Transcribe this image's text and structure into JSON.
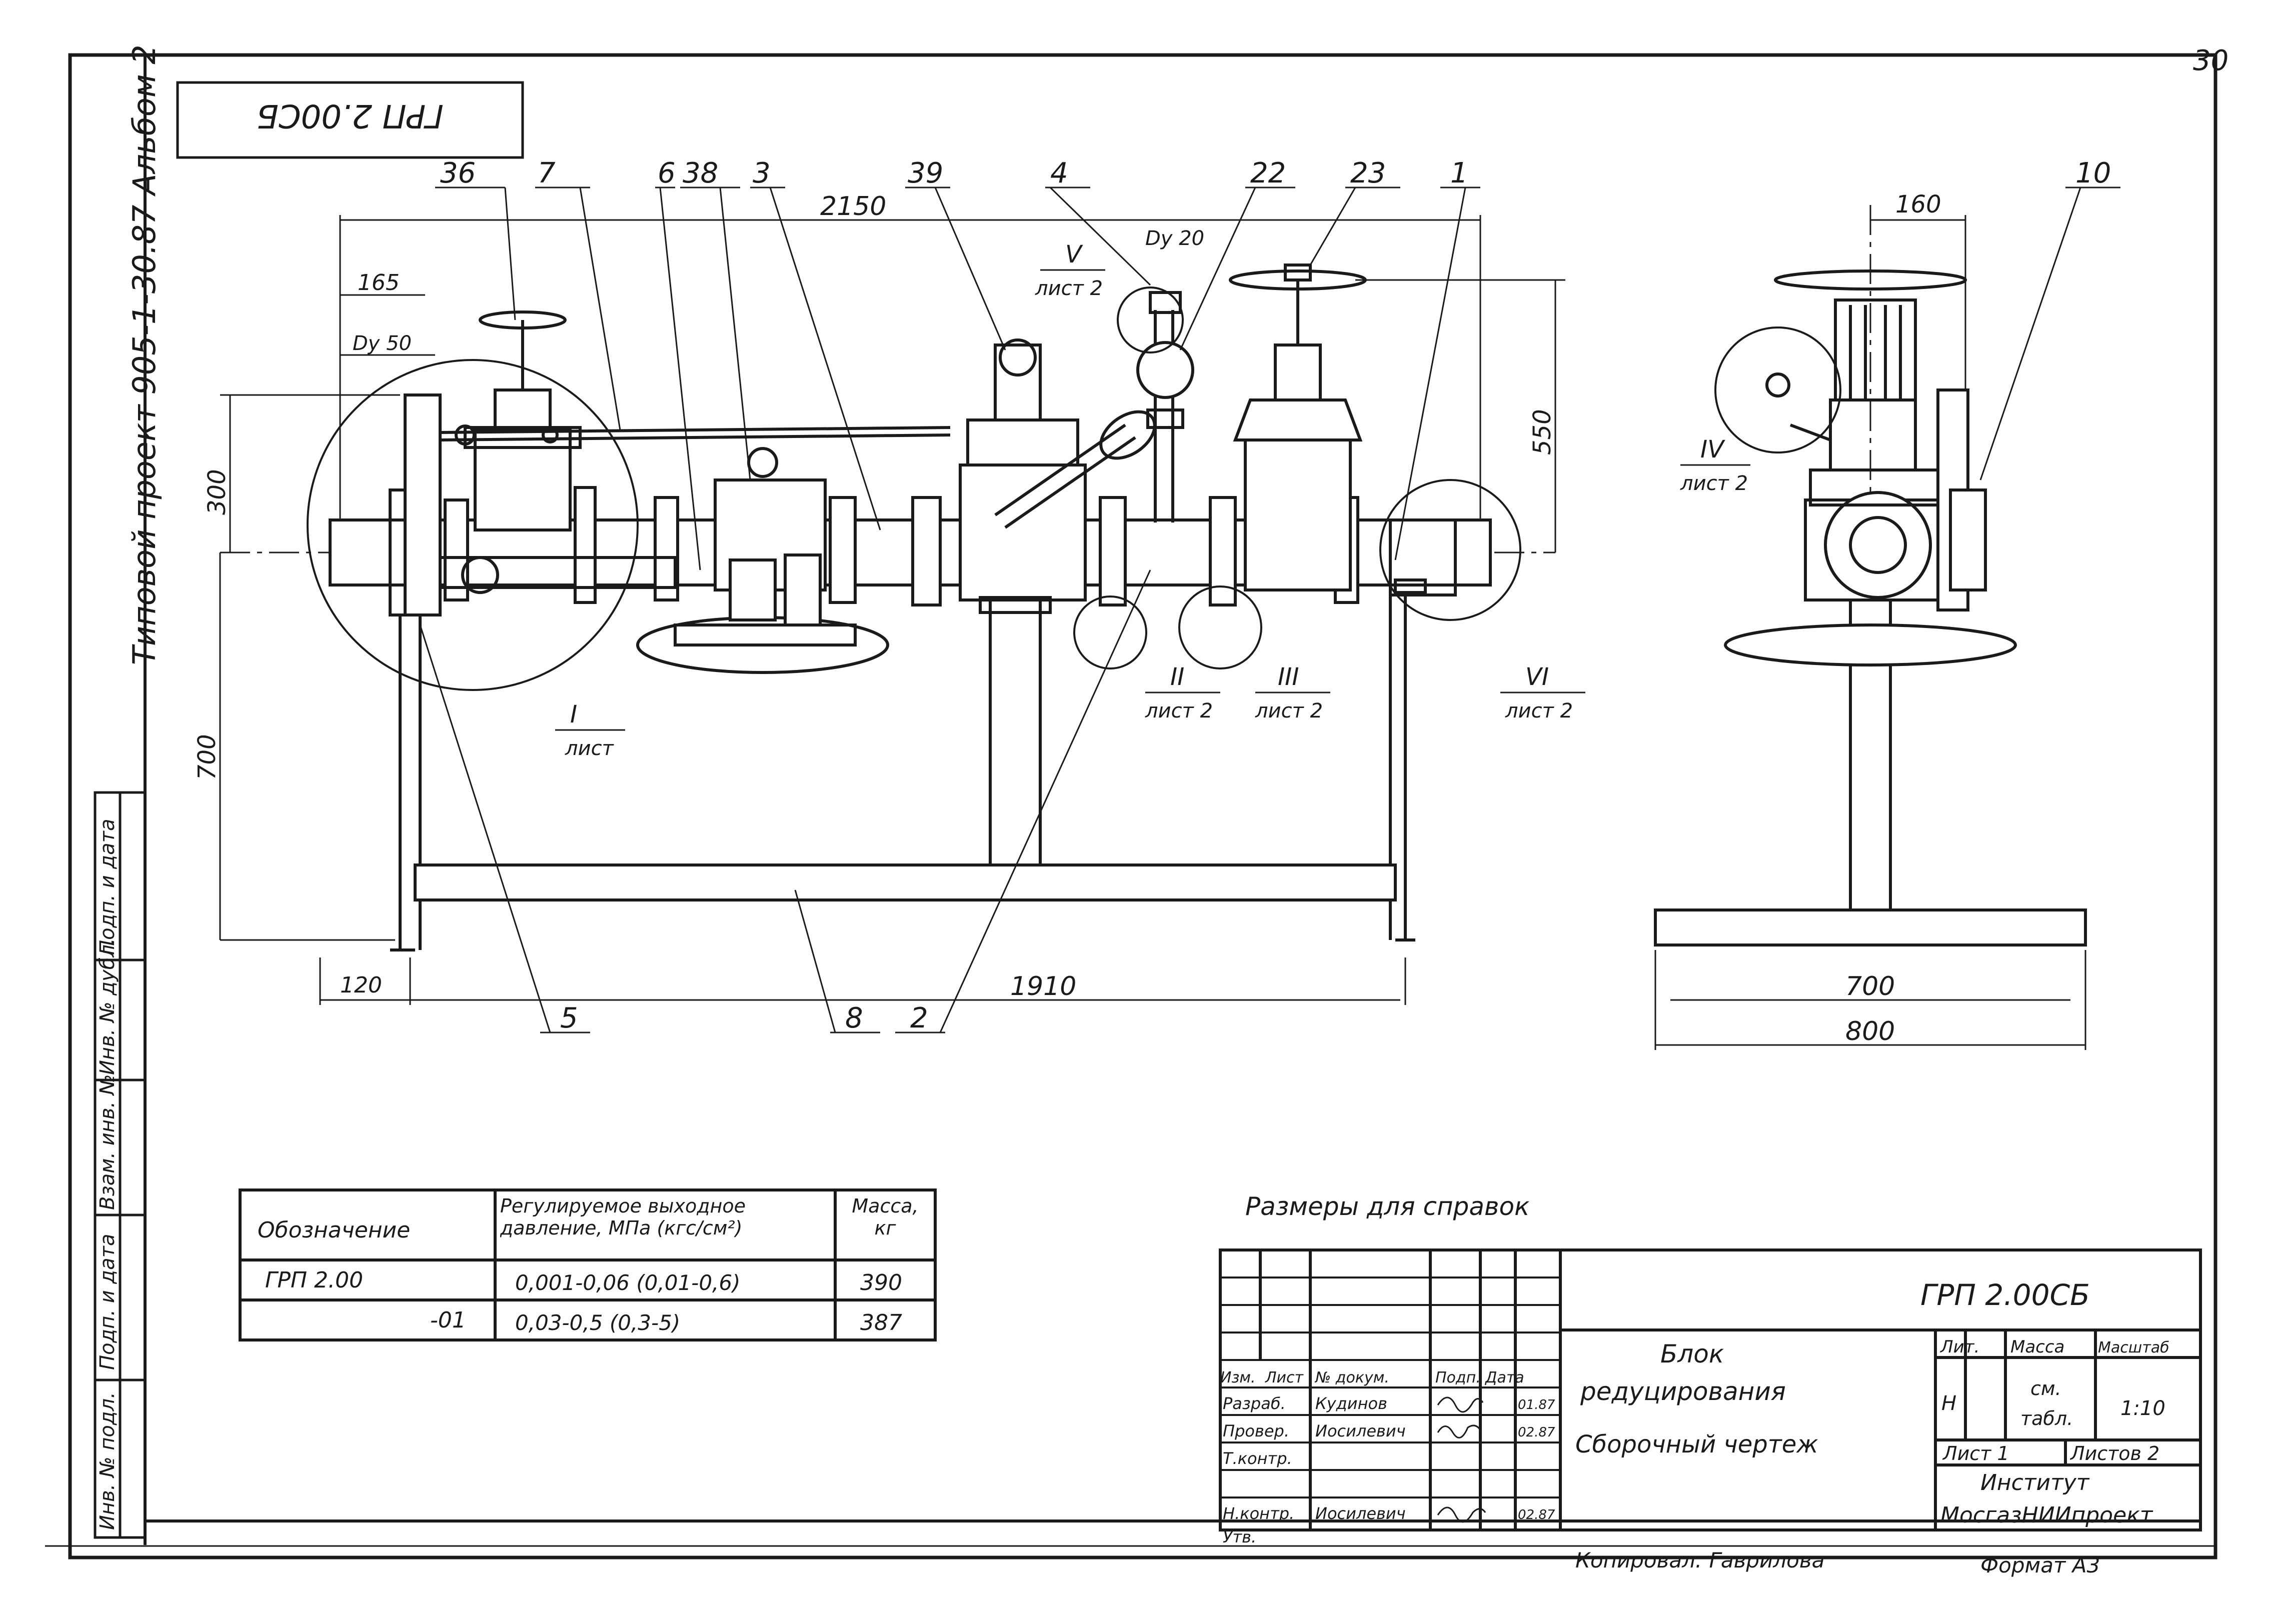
{
  "sheet": {
    "page_number": "30",
    "stamp_code_rotated": "ГРП 2.00СБ",
    "side_caption": "Типовой проект 905-1-30.87  Альбом 2"
  },
  "callouts": {
    "c36": "36",
    "c7": "7",
    "c6": "6",
    "c38": "38",
    "c3": "3",
    "c39": "39",
    "c4": "4",
    "c22": "22",
    "c23": "23",
    "c1": "1",
    "c10": "10",
    "c5": "5",
    "c8": "8",
    "c2": "2"
  },
  "dimensions": {
    "d2150": "2150",
    "d165": "165",
    "dDy50": "Dу 50",
    "dDy20": "Dу 20",
    "d300": "300",
    "d550": "550",
    "d700v": "700",
    "d120": "120",
    "d1910": "1910",
    "d160": "160",
    "d700h": "700",
    "d800": "800"
  },
  "details": {
    "I": {
      "num": "I",
      "ref": "лист"
    },
    "II": {
      "num": "II",
      "ref": "лист 2"
    },
    "III": {
      "num": "III",
      "ref": "лист 2"
    },
    "IV": {
      "num": "IV",
      "ref": "лист 2"
    },
    "V": {
      "num": "V",
      "ref": "лист 2"
    },
    "VI": {
      "num": "VI",
      "ref": "лист 2"
    }
  },
  "left_strip": {
    "cells": [
      "Инв. № подл.",
      "Подп. и дата",
      "Взам. инв. №",
      "Инв. № дубл.",
      "Подп. и дата"
    ]
  },
  "spec_table": {
    "headers": [
      "Обозначение",
      "Регулируемое выходное давление, МПа (кгс/см²)",
      "Масса, кг"
    ],
    "rows": [
      [
        "ГРП 2.00",
        "0,001-0,06 (0,01-0,6)",
        "390"
      ],
      [
        "-01",
        "0,03-0,5 (0,3-5)",
        "387"
      ]
    ]
  },
  "note": "Размеры для справок",
  "title_block": {
    "code": "ГРП 2.00СБ",
    "title_lines": [
      "Блок",
      "редуцирования",
      "Сборочный чертеж"
    ],
    "col_headers": [
      "Изм.",
      "Лист",
      "№ докум.",
      "Подп.",
      "Дата"
    ],
    "roles": [
      {
        "role": "Разраб.",
        "name": "Кудинов",
        "date": "01.87"
      },
      {
        "role": "Провер.",
        "name": "Иосилевич",
        "date": "02.87"
      },
      {
        "role": "Т.контр.",
        "name": "",
        "date": ""
      },
      {
        "role": "",
        "name": "",
        "date": ""
      },
      {
        "role": "Н.контр.",
        "name": "Иосилевич",
        "date": "02.87"
      },
      {
        "role": "Утв.",
        "name": "",
        "date": ""
      }
    ],
    "lit_label": "Лит.",
    "mass_label": "Масса",
    "scale_label": "Масштаб",
    "lit_value": "Н",
    "mass_value_1": "см.",
    "mass_value_2": "табл.",
    "scale_value": "1:10",
    "sheet_label": "Лист 1",
    "sheets_label": "Листов 2",
    "org_1": "Институт",
    "org_2": "МосгазНИИпроект"
  },
  "footer": {
    "copied": "Копировал: Гаврилова",
    "format": "Формат А3"
  }
}
